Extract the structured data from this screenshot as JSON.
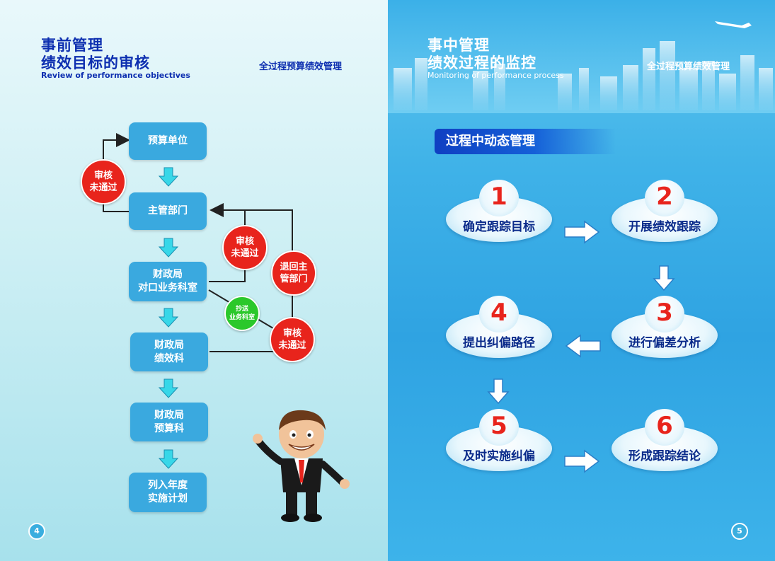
{
  "left_page": {
    "title_line1": "事前管理",
    "title_line2": "绩效目标的审核",
    "title_en": "Review of performance objectives",
    "header": "全过程预算绩效管理",
    "page_number": "4",
    "flow_boxes": [
      [
        "预算单位"
      ],
      [
        "主管部门"
      ],
      [
        "财政局",
        "对口业务科室"
      ],
      [
        "财政局",
        "绩效科"
      ],
      [
        "财政局",
        "预算科"
      ],
      [
        "列入年度",
        "实施计划"
      ]
    ],
    "circles": {
      "reject1": [
        "审核",
        "未通过"
      ],
      "reject2": [
        "审核",
        "未通过"
      ],
      "return": [
        "退回主",
        "管部门"
      ],
      "cc": [
        "抄送",
        "业务科室"
      ],
      "reject3": [
        "审核",
        "未通过"
      ]
    }
  },
  "right_page": {
    "title_line1": "事中管理",
    "title_line2": "绩效过程的监控",
    "title_en": "Monitoring of performance process",
    "header": "全过程预算绩效管理",
    "page_number": "5",
    "section_title": "过程中动态管理",
    "steps": [
      {
        "num": "1",
        "label": "确定跟踪目标"
      },
      {
        "num": "2",
        "label": "开展绩效跟踪"
      },
      {
        "num": "3",
        "label": "进行偏差分析"
      },
      {
        "num": "4",
        "label": "提出纠偏路径"
      },
      {
        "num": "5",
        "label": "及时实施纠偏"
      },
      {
        "num": "6",
        "label": "形成跟踪结论"
      }
    ]
  },
  "colors": {
    "title_blue": "#0d2fb0",
    "box_blue": "#3aa9df",
    "reject_red": "#e8241c",
    "cc_green": "#2bc82b",
    "arrow_cyan": "#37d7e8"
  }
}
